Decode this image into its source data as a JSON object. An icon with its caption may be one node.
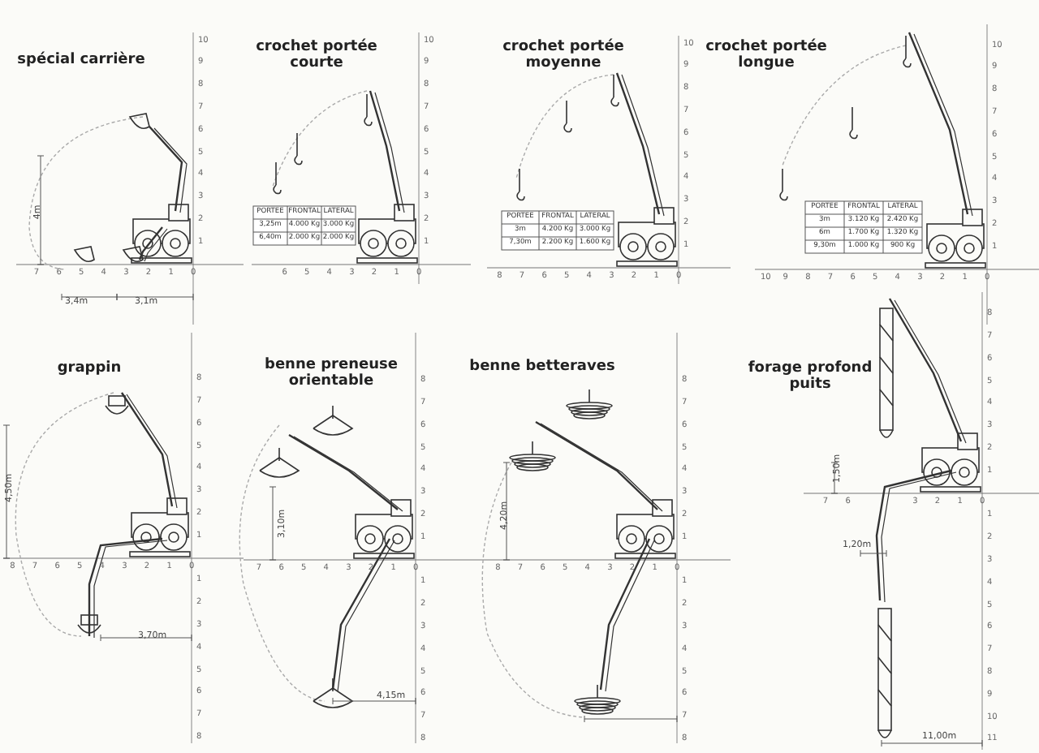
{
  "diagram": {
    "labels": [
      "spécial carrière",
      "4m",
      "3,4m",
      "3,1m",
      "1",
      "2",
      "3",
      "4",
      "5",
      "6",
      "7",
      "8",
      "9",
      "10",
      "7",
      "6",
      "5",
      "4",
      "3",
      "2",
      "1",
      "0",
      "crochet portée courte",
      "PORTEE",
      "FRONTAL",
      "LATERAL",
      "3,25m",
      "4.000 Kg",
      "3.000 Kg",
      "6,40m",
      "2.000 Kg",
      "2.000 Kg",
      "1",
      "2",
      "3",
      "4",
      "5",
      "6",
      "7",
      "8",
      "9",
      "10",
      "6",
      "5",
      "4",
      "3",
      "2",
      "1",
      "0",
      "crochet portée moyenne",
      "PORTEE",
      "FRONTAL",
      "LATERAL",
      "3m",
      "4.200 Kg",
      "3.000 Kg",
      "7,30m",
      "2.200 Kg",
      "1.600 Kg",
      "1",
      "2",
      "3",
      "4",
      "5",
      "6",
      "7",
      "8",
      "9",
      "10",
      "8",
      "7",
      "6",
      "5",
      "4",
      "3",
      "2",
      "1",
      "0",
      "crochet portée longue",
      "PORTEE",
      "FRONTAL",
      "LATERAL",
      "3m",
      "3.120 Kg",
      "2.420 Kg",
      "6m",
      "1.700 Kg",
      "1.320 Kg",
      "9,30m",
      "1.000 Kg",
      "900 Kg",
      "1",
      "2",
      "3",
      "4",
      "5",
      "6",
      "7",
      "8",
      "9",
      "10",
      "10",
      "9",
      "8",
      "7",
      "6",
      "5",
      "4",
      "3",
      "2",
      "1",
      "0",
      "grappin",
      "4,50m",
      "3,70m",
      "1",
      "2",
      "3",
      "4",
      "5",
      "6",
      "7",
      "8",
      "8",
      "7",
      "6",
      "5",
      "4",
      "3",
      "2",
      "1",
      "0",
      "1",
      "2",
      "3",
      "4",
      "5",
      "6",
      "7",
      "8",
      "benne preneuse orientable",
      "3,10m",
      "4,15m",
      "1",
      "2",
      "3",
      "4",
      "5",
      "6",
      "7",
      "8",
      "7",
      "6",
      "5",
      "4",
      "3",
      "2",
      "1",
      "0",
      "1",
      "2",
      "3",
      "4",
      "5",
      "6",
      "7",
      "8",
      "benne betteraves",
      "4,20m",
      "1",
      "2",
      "3",
      "4",
      "5",
      "6",
      "7",
      "8",
      "8",
      "7",
      "6",
      "5",
      "4",
      "3",
      "2",
      "1",
      "0",
      "1",
      "2",
      "3",
      "4",
      "5",
      "6",
      "7",
      "8",
      "forage profond puits",
      "1,50m",
      "1,20m",
      "11,00m",
      "1",
      "2",
      "3",
      "4",
      "5",
      "6",
      "7",
      "8",
      "7",
      "6",
      "3",
      "2",
      "1",
      "0",
      "1",
      "2",
      "3",
      "4",
      "5",
      "6",
      "7",
      "8",
      "9",
      "10",
      "11"
    ]
  }
}
